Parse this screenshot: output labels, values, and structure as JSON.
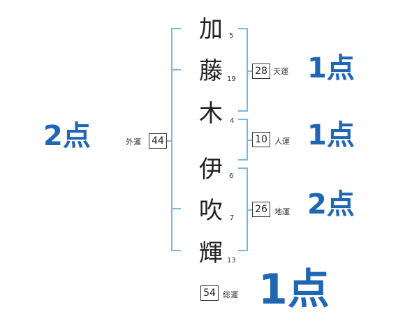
{
  "characters": [
    {
      "char": "加",
      "strokes": "5"
    },
    {
      "char": "藤",
      "strokes": "19"
    },
    {
      "char": "木",
      "strokes": "4"
    },
    {
      "char": "伊",
      "strokes": "6"
    },
    {
      "char": "吹",
      "strokes": "7"
    },
    {
      "char": "輝",
      "strokes": "13"
    }
  ],
  "fortunes": {
    "tenun": {
      "value": "28",
      "label": "天運",
      "score": "1点"
    },
    "jinun": {
      "value": "10",
      "label": "人運",
      "score": "1点"
    },
    "chiun": {
      "value": "26",
      "label": "地運",
      "score": "2点"
    },
    "gaiun": {
      "value": "44",
      "label": "外運",
      "score": "2点"
    },
    "souun": {
      "value": "54",
      "label": "総運",
      "score": "1点"
    }
  },
  "colors": {
    "accent": "#1f66b5",
    "bracket": "#79b8e0"
  }
}
